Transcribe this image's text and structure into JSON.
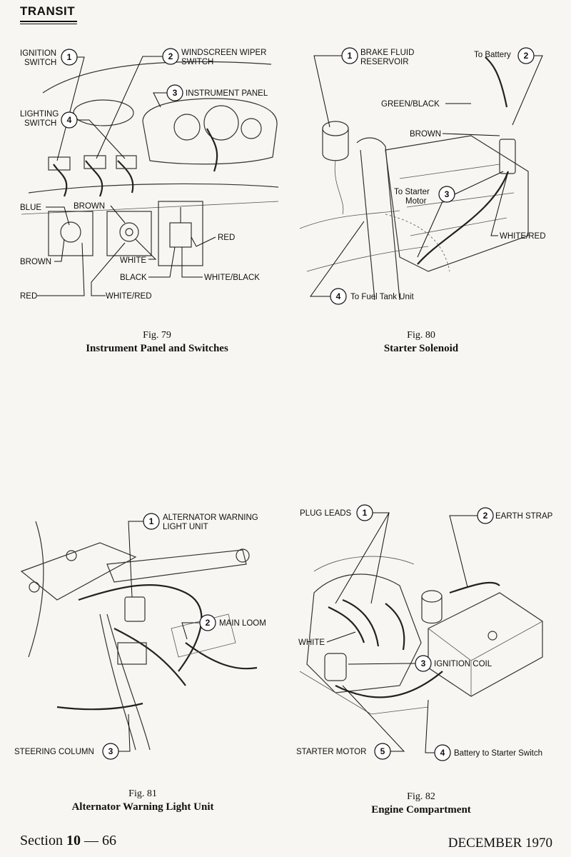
{
  "header": {
    "brand": "TRANSIT"
  },
  "figures": [
    {
      "number": "Fig. 79",
      "title": "Instrument Panel and Switches",
      "callouts": [
        {
          "n": "1",
          "label": [
            "IGNITION",
            "SWITCH"
          ]
        },
        {
          "n": "2",
          "label": [
            "WINDSCREEN WIPER",
            "SWITCH"
          ]
        },
        {
          "n": "3",
          "label": [
            "INSTRUMENT PANEL"
          ]
        },
        {
          "n": "4",
          "label": [
            "LIGHTING",
            "SWITCH"
          ]
        }
      ],
      "wire_labels": [
        "BLUE",
        "BROWN",
        "BROWN",
        "RED",
        "WHITE",
        "BLACK",
        "WHITE/RED",
        "RED",
        "WHITE/BLACK"
      ]
    },
    {
      "number": "Fig. 80",
      "title": "Starter Solenoid",
      "callouts": [
        {
          "n": "1",
          "label": [
            "BRAKE FLUID",
            "RESERVOIR"
          ]
        },
        {
          "n": "2",
          "label": [
            "To Battery"
          ]
        },
        {
          "n": "3",
          "label": [
            "To Starter",
            "Motor"
          ]
        },
        {
          "n": "4",
          "label": [
            "To Fuel Tank Unit"
          ]
        }
      ],
      "wire_labels": [
        "GREEN/BLACK",
        "BROWN",
        "WHITE/RED"
      ]
    },
    {
      "number": "Fig. 81",
      "title": "Alternator Warning Light Unit",
      "callouts": [
        {
          "n": "1",
          "label": [
            "ALTERNATOR WARNING",
            "LIGHT UNIT"
          ]
        },
        {
          "n": "2",
          "label": [
            "MAIN LOOM"
          ]
        },
        {
          "n": "3",
          "label": [
            "STEERING COLUMN"
          ]
        }
      ]
    },
    {
      "number": "Fig. 82",
      "title": "Engine Compartment",
      "callouts": [
        {
          "n": "1",
          "label": [
            "PLUG LEADS"
          ]
        },
        {
          "n": "2",
          "label": [
            "EARTH STRAP"
          ]
        },
        {
          "n": "3",
          "label": [
            "IGNITION COIL"
          ]
        },
        {
          "n": "4",
          "label": [
            "Battery to Starter Switch"
          ]
        },
        {
          "n": "5",
          "label": [
            "STARTER MOTOR"
          ]
        }
      ],
      "wire_labels": [
        "WHITE"
      ]
    }
  ],
  "footer": {
    "section_prefix": "Section",
    "section_number": "10",
    "page": "66",
    "date": "DECEMBER 1970"
  }
}
